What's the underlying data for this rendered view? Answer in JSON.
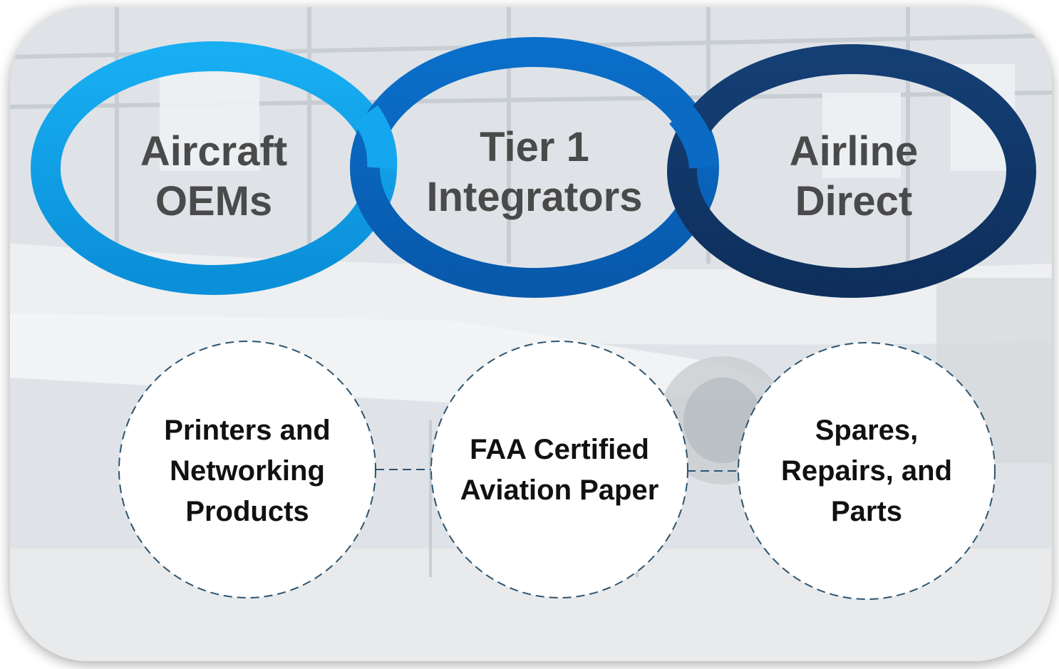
{
  "rings": [
    {
      "line1": "Aircraft",
      "line2": "OEMs",
      "color": "#10a3ee"
    },
    {
      "line1": "Tier 1",
      "line2": "Integrators",
      "color": "#0966c2"
    },
    {
      "line1": "Airline",
      "line2": "Direct",
      "color": "#123a6e"
    }
  ],
  "circles": [
    {
      "line1": "Printers and",
      "line2": "Networking",
      "line3": "Products"
    },
    {
      "line1": "FAA Certified",
      "line2": "Aviation Paper",
      "line3": ""
    },
    {
      "line1": "Spares,",
      "line2": "Repairs, and",
      "line3": "Parts"
    }
  ],
  "colors": {
    "dashed_outline": "#2d5470",
    "label_gray": "#4a4a4a",
    "label_dark": "#111111"
  }
}
